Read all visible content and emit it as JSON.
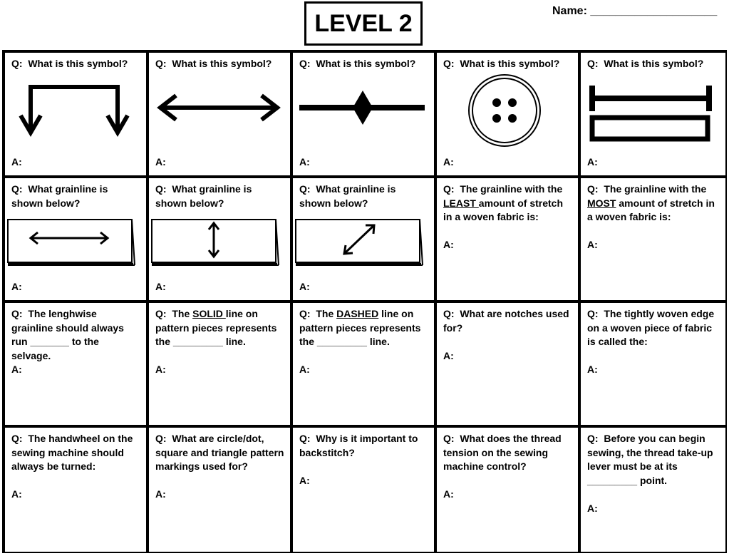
{
  "header": {
    "title": "LEVEL 2",
    "name_label": "Name: ____________________"
  },
  "answer_label": "A:",
  "q_prefix": "Q:",
  "rows": [
    [
      {
        "question": "What is this symbol?",
        "symbol": "fold-line-arrow-icon"
      },
      {
        "question": "What is this symbol?",
        "symbol": "double-arrow-icon"
      },
      {
        "question": "What is this symbol?",
        "symbol": "diamond-line-icon"
      },
      {
        "question": "What is this symbol?",
        "symbol": "button-icon"
      },
      {
        "question": "What is this symbol?",
        "symbol": "buttonhole-icon"
      }
    ],
    [
      {
        "question": "What grainline is shown below?",
        "symbol": "fabric-horizontal-arrow-icon"
      },
      {
        "question": "What grainline is shown below?",
        "symbol": "fabric-vertical-arrow-icon"
      },
      {
        "question": "What grainline is shown below?",
        "symbol": "fabric-diagonal-arrow-icon"
      },
      {
        "q_before": "The grainline with the ",
        "q_underline": "LEAST ",
        "q_after": "amount of stretch in a woven fabric is:"
      },
      {
        "q_before": "The grainline with the ",
        "q_underline": "MOST",
        "q_after": " amount of stretch in a woven fabric is:"
      }
    ],
    [
      {
        "question": "The lenghwise grainline should always run _______ to the selvage."
      },
      {
        "q_before": "The ",
        "q_underline": "SOLID ",
        "q_after": "line on pattern pieces represents the _________ line."
      },
      {
        "q_before": "The ",
        "q_underline": "DASHED",
        "q_after": " line on pattern pieces represents the _________ line."
      },
      {
        "question": "What are notches used for?"
      },
      {
        "question": "The tightly woven edge on a woven piece of fabric is called the:"
      }
    ],
    [
      {
        "question": "The handwheel on the sewing machine should always be turned:"
      },
      {
        "question": "What are circle/dot, square and triangle pattern markings used for?"
      },
      {
        "question": "Why is it important to backstitch?"
      },
      {
        "question": "What does the thread tension on the sewing machine control?"
      },
      {
        "question": "Before you can begin sewing, the thread take-up lever must be at its _________ point."
      }
    ]
  ]
}
